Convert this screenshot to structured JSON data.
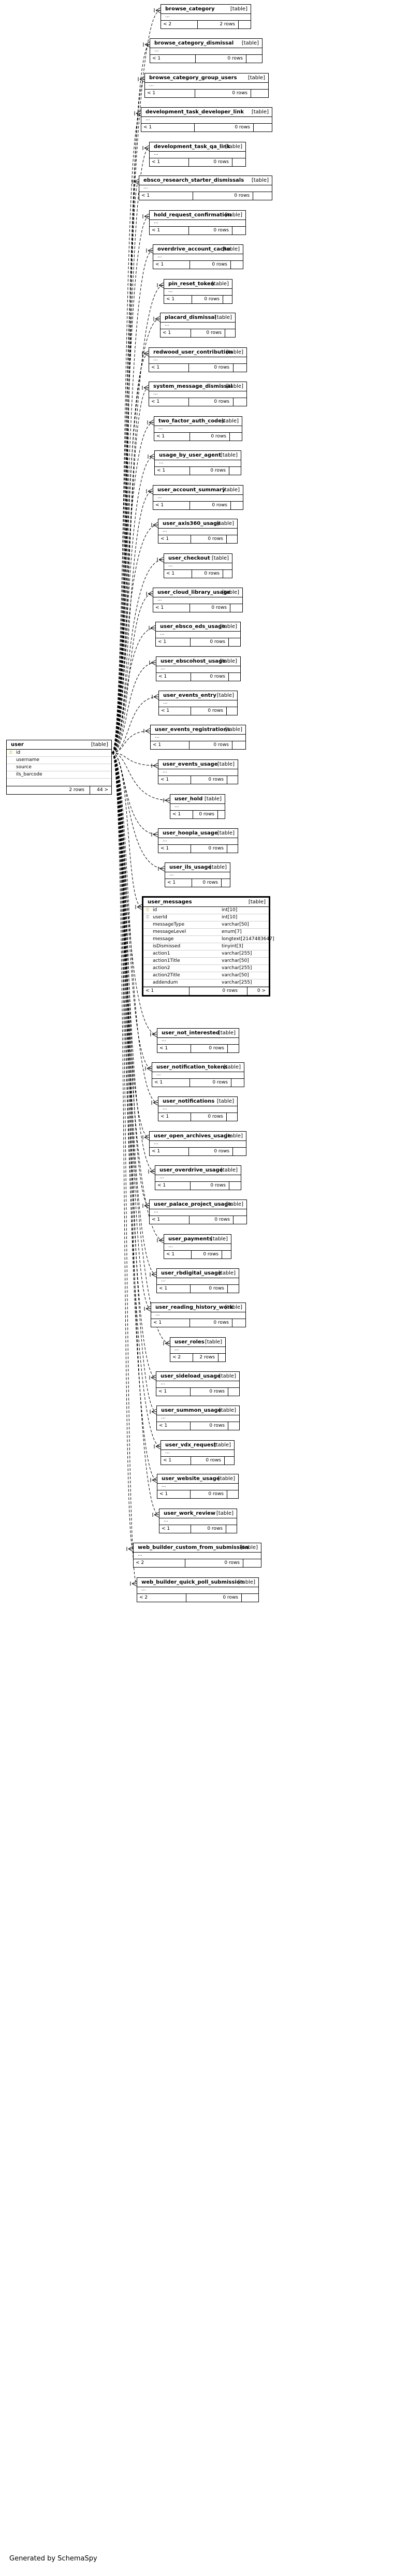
{
  "user": {
    "name": "user",
    "type": "[table]",
    "columns": [
      {
        "name": "id",
        "key": "pk"
      },
      {
        "name": "username",
        "key": ""
      },
      {
        "name": "source",
        "key": ""
      },
      {
        "name": "ils_barcode",
        "key": ""
      }
    ],
    "rows": "2 rows",
    "children": "44 >"
  },
  "tables": [
    {
      "name": "browse_category",
      "lt": "< 2",
      "rows": "2 rows"
    },
    {
      "name": "browse_category_dismissal",
      "lt": "< 1",
      "rows": "0 rows"
    },
    {
      "name": "browse_category_group_users",
      "lt": "< 1",
      "rows": "0 rows"
    },
    {
      "name": "development_task_developer_link",
      "lt": "< 1",
      "rows": "0 rows"
    },
    {
      "name": "development_task_qa_link",
      "lt": "< 1",
      "rows": "0 rows"
    },
    {
      "name": "ebsco_research_starter_dismissals",
      "lt": "< 1",
      "rows": "0 rows"
    },
    {
      "name": "hold_request_confirmation",
      "lt": "< 1",
      "rows": "0 rows"
    },
    {
      "name": "overdrive_account_cache",
      "lt": "< 1",
      "rows": "0 rows"
    },
    {
      "name": "pin_reset_token",
      "lt": "< 1",
      "rows": "0 rows"
    },
    {
      "name": "placard_dismissal",
      "lt": "< 1",
      "rows": "0 rows"
    },
    {
      "name": "redwood_user_contribution",
      "lt": "< 1",
      "rows": "0 rows"
    },
    {
      "name": "system_message_dismissal",
      "lt": "< 1",
      "rows": "0 rows"
    },
    {
      "name": "two_factor_auth_codes",
      "lt": "< 1",
      "rows": "0 rows"
    },
    {
      "name": "usage_by_user_agent",
      "lt": "< 1",
      "rows": "0 rows"
    },
    {
      "name": "user_account_summary",
      "lt": "< 1",
      "rows": "0 rows"
    },
    {
      "name": "user_axis360_usage",
      "lt": "< 1",
      "rows": "0 rows"
    },
    {
      "name": "user_checkout",
      "lt": "< 1",
      "rows": "0 rows"
    },
    {
      "name": "user_cloud_library_usage",
      "lt": "< 1",
      "rows": "0 rows"
    },
    {
      "name": "user_ebsco_eds_usage",
      "lt": "< 1",
      "rows": "0 rows"
    },
    {
      "name": "user_ebscohost_usage",
      "lt": "< 1",
      "rows": "0 rows"
    },
    {
      "name": "user_events_entry",
      "lt": "< 1",
      "rows": "0 rows"
    },
    {
      "name": "user_events_registrations",
      "lt": "< 1",
      "rows": "0 rows"
    },
    {
      "name": "user_events_usage",
      "lt": "< 1",
      "rows": "0 rows"
    },
    {
      "name": "user_hold",
      "lt": "< 1",
      "rows": "0 rows"
    },
    {
      "name": "user_hoopla_usage",
      "lt": "< 1",
      "rows": "0 rows"
    },
    {
      "name": "user_ils_usage",
      "lt": "< 1",
      "rows": "0 rows"
    },
    {
      "name": "user_not_interested",
      "lt": "< 1",
      "rows": "0 rows"
    },
    {
      "name": "user_notification_tokens",
      "lt": "< 1",
      "rows": "0 rows"
    },
    {
      "name": "user_notifications",
      "lt": "< 1",
      "rows": "0 rows"
    },
    {
      "name": "user_open_archives_usage",
      "lt": "< 1",
      "rows": "0 rows"
    },
    {
      "name": "user_overdrive_usage",
      "lt": "< 1",
      "rows": "0 rows"
    },
    {
      "name": "user_palace_project_usage",
      "lt": "< 1",
      "rows": "0 rows"
    },
    {
      "name": "user_payments",
      "lt": "< 1",
      "rows": "0 rows"
    },
    {
      "name": "user_rbdigital_usage",
      "lt": "< 1",
      "rows": "0 rows"
    },
    {
      "name": "user_reading_history_work",
      "lt": "< 1",
      "rows": "0 rows"
    },
    {
      "name": "user_roles",
      "lt": "< 2",
      "rows": "2 rows"
    },
    {
      "name": "user_sideload_usage",
      "lt": "< 1",
      "rows": "0 rows"
    },
    {
      "name": "user_summon_usage",
      "lt": "< 1",
      "rows": "0 rows"
    },
    {
      "name": "user_vdx_request",
      "lt": "< 1",
      "rows": "0 rows"
    },
    {
      "name": "user_website_usage",
      "lt": "< 1",
      "rows": "0 rows"
    },
    {
      "name": "user_work_review",
      "lt": "< 1",
      "rows": "0 rows"
    },
    {
      "name": "web_builder_custom_from_submission",
      "lt": "< 2",
      "rows": "0 rows"
    },
    {
      "name": "web_builder_quick_poll_submission",
      "lt": "< 2",
      "rows": "0 rows"
    }
  ],
  "user_messages": {
    "name": "user_messages",
    "type": "[table]",
    "columns": [
      {
        "name": "id",
        "type": "int[10]",
        "key": "pk"
      },
      {
        "name": "userId",
        "type": "int[10]",
        "key": "fk"
      },
      {
        "name": "messageType",
        "type": "varchar[50]",
        "key": ""
      },
      {
        "name": "messageLevel",
        "type": "enum[7]",
        "key": ""
      },
      {
        "name": "message",
        "type": "longtext[2147483647]",
        "key": ""
      },
      {
        "name": "isDismissed",
        "type": "tinyint[3]",
        "key": ""
      },
      {
        "name": "action1",
        "type": "varchar[255]",
        "key": ""
      },
      {
        "name": "action1Title",
        "type": "varchar[50]",
        "key": ""
      },
      {
        "name": "action2",
        "type": "varchar[255]",
        "key": ""
      },
      {
        "name": "action2Title",
        "type": "varchar[50]",
        "key": ""
      },
      {
        "name": "addendum",
        "type": "varchar[255]",
        "key": ""
      }
    ],
    "lt": "< 1",
    "rows": "0 rows",
    "gt": "0 >"
  },
  "labels": {
    "table_type": "[table]",
    "ellipsis": "...",
    "pk_icon": "key-icon",
    "fk_icon": "foreign-key-icon"
  },
  "colors": {
    "border": "#000000",
    "background": "#ffffff",
    "pk_key": "#c8b400",
    "fk_key": "#8a8a8a"
  },
  "credit": "Generated by SchemaSpy"
}
